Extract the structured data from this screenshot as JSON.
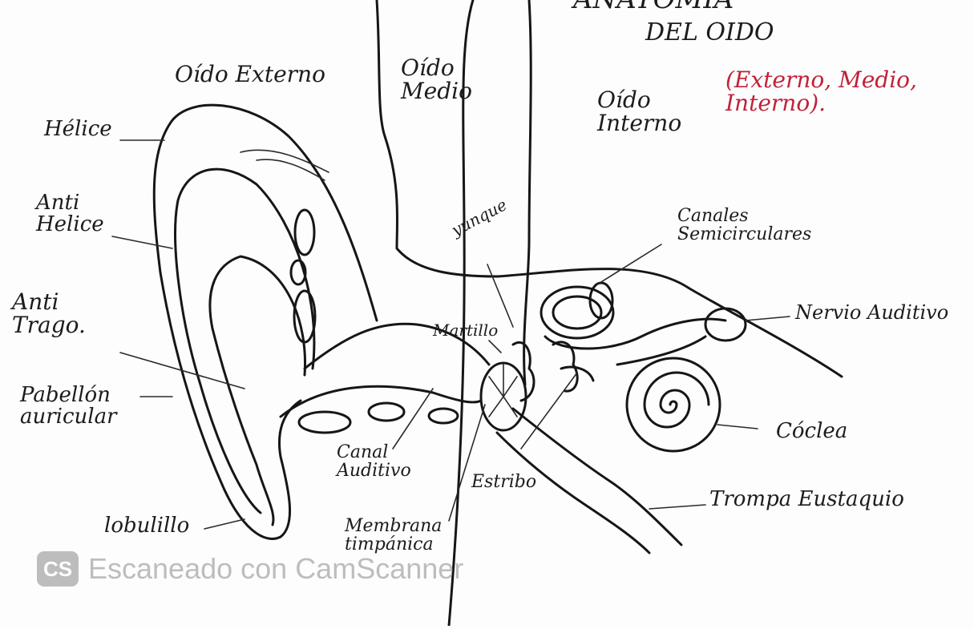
{
  "title": {
    "line1": "ANATOMIA",
    "line2": "DEL OIDO",
    "subtitle": "(Externo, Medio, Interno)."
  },
  "sections": {
    "externo": "Oído Externo",
    "medio": "Oído Medio",
    "interno": "Oído Interno"
  },
  "labels": {
    "helice": "Hélice",
    "antihelice": "Anti Helice",
    "antitrago": "Anti Trago.",
    "pabellon": "Pabellón auricular",
    "lobulillo": "lobulillo",
    "yunque": "yunque",
    "martillo": "Martillo",
    "canales": "Canales Semicirculares",
    "nervio": "Nervio Auditivo",
    "coclea": "Cóclea",
    "canal": "Canal Auditivo",
    "estribo": "Estribo",
    "trompa": "Trompa Eustaquio",
    "membrana": "Membrana timpánica"
  },
  "watermark": {
    "logo": "CS",
    "text": "Escaneado con CamScanner"
  }
}
